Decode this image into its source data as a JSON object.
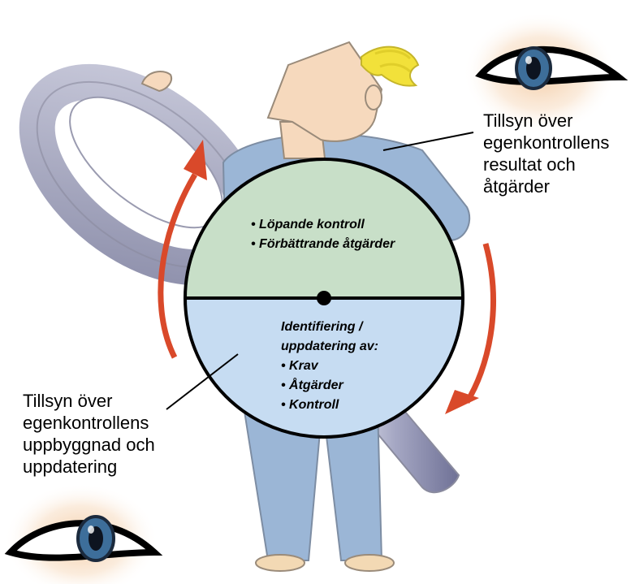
{
  "upper_half": {
    "items": [
      "• Löpande kontroll",
      "• Förbättrande åtgärder"
    ],
    "color": "#c8dfc8"
  },
  "lower_half": {
    "heading": [
      "Identifiering /",
      "uppdatering av:"
    ],
    "items": [
      "• Krav",
      "• Åtgärder",
      "• Kontroll"
    ],
    "color": "#c6dcf2"
  },
  "callout_top_right": {
    "lines": [
      "Tillsyn över",
      "egenkontrollens",
      "resultat och",
      "åtgärder"
    ]
  },
  "callout_bottom_left": {
    "lines": [
      "Tillsyn över",
      "egenkontrollens",
      "uppbyggnad och",
      "uppdatering"
    ]
  },
  "colors": {
    "arrow": "#d9492a",
    "hair": "#f2e13a",
    "skin": "#f6d9bd",
    "shirt": "#9bb6d6",
    "magnifier": "#a9abc4",
    "eye_iris": "#3d6e9a"
  },
  "icons": [
    "eye-icon",
    "eye-icon",
    "magnifying-glass-icon",
    "cycle-arrow-icon"
  ]
}
